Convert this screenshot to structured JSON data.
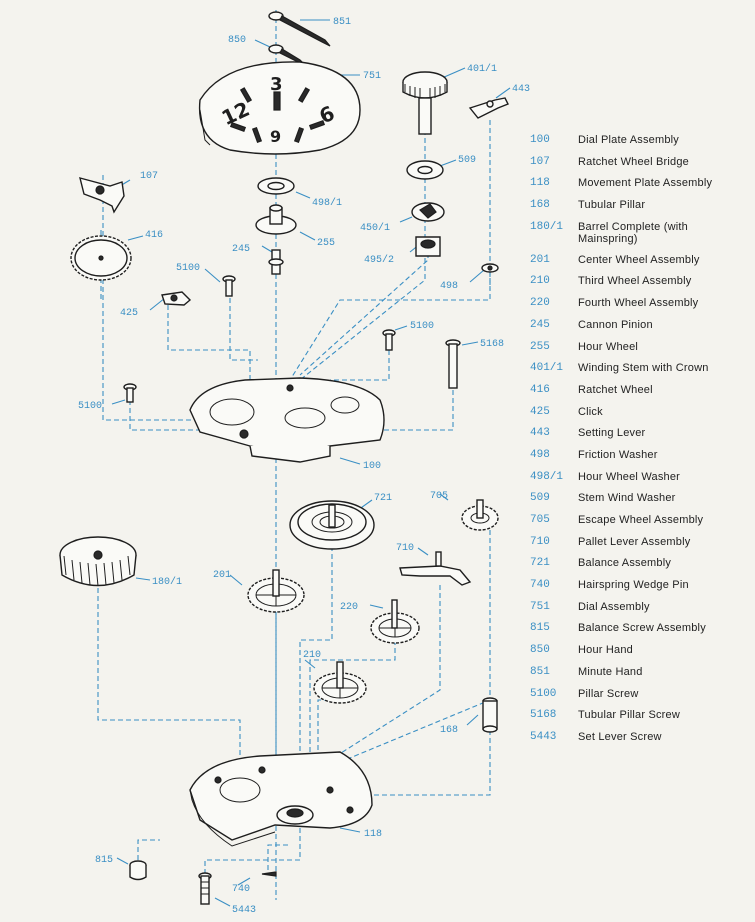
{
  "legend": [
    {
      "num": "100",
      "desc": "Dial Plate Assembly"
    },
    {
      "num": "107",
      "desc": "Ratchet Wheel Bridge"
    },
    {
      "num": "118",
      "desc": "Movement Plate Assembly"
    },
    {
      "num": "168",
      "desc": "Tubular Pillar"
    },
    {
      "num": "180/1",
      "desc": "Barrel Complete (with Mainspring)"
    },
    {
      "num": "201",
      "desc": "Center Wheel Assembly"
    },
    {
      "num": "210",
      "desc": "Third Wheel Assembly"
    },
    {
      "num": "220",
      "desc": "Fourth Wheel Assembly"
    },
    {
      "num": "245",
      "desc": "Cannon Pinion"
    },
    {
      "num": "255",
      "desc": "Hour Wheel"
    },
    {
      "num": "401/1",
      "desc": "Winding Stem with Crown"
    },
    {
      "num": "416",
      "desc": "Ratchet Wheel"
    },
    {
      "num": "425",
      "desc": "Click"
    },
    {
      "num": "443",
      "desc": "Setting Lever"
    },
    {
      "num": "498",
      "desc": "Friction Washer"
    },
    {
      "num": "498/1",
      "desc": "Hour Wheel Washer"
    },
    {
      "num": "509",
      "desc": "Stem Wind Washer"
    },
    {
      "num": "705",
      "desc": "Escape Wheel Assembly"
    },
    {
      "num": "710",
      "desc": "Pallet Lever Assembly"
    },
    {
      "num": "721",
      "desc": "Balance Assembly"
    },
    {
      "num": "740",
      "desc": "Hairspring Wedge Pin"
    },
    {
      "num": "751",
      "desc": "Dial Assembly"
    },
    {
      "num": "815",
      "desc": "Balance Screw Assembly"
    },
    {
      "num": "850",
      "desc": "Hour Hand"
    },
    {
      "num": "851",
      "desc": "Minute Hand"
    },
    {
      "num": "5100",
      "desc": "Pillar Screw"
    },
    {
      "num": "5168",
      "desc": "Tubular Pillar Screw"
    },
    {
      "num": "5443",
      "desc": "Set Lever Screw"
    }
  ],
  "callouts": {
    "c851": "851",
    "c850": "850",
    "c751": "751",
    "c401_1": "401/1",
    "c443": "443",
    "c509": "509",
    "c498_1": "498/1",
    "c450_1": "450/1",
    "c107": "107",
    "c416": "416",
    "c255": "255",
    "c245": "245",
    "c495_2": "495/2",
    "c498": "498",
    "c5100a": "5100",
    "c425": "425",
    "c5100b": "5100",
    "c5168": "5168",
    "c5100c": "5100",
    "c100": "100",
    "c721": "721",
    "c705": "705",
    "c710": "710",
    "c180_1": "180/1",
    "c201": "201",
    "c220": "220",
    "c210": "210",
    "c168": "168",
    "c118": "118",
    "c815": "815",
    "c740": "740",
    "c5443": "5443"
  },
  "dial_numerals": {
    "twelve": "12",
    "three": "3",
    "six": "6",
    "nine": "9"
  },
  "colors": {
    "accent": "#3a8fc4",
    "ink": "#1e1e1e",
    "paper": "#f4f3ee"
  }
}
